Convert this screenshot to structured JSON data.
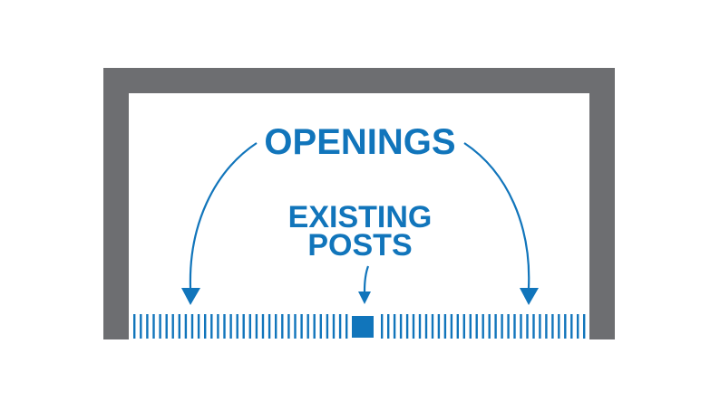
{
  "labels": {
    "openings": "OPENINGS",
    "existing_posts_line1": "EXISTING",
    "existing_posts_line2": "POSTS"
  },
  "colors": {
    "frame": "#6d6e71",
    "accent": "#1175bb"
  },
  "left_slat_count": 34,
  "right_slat_count": 33
}
